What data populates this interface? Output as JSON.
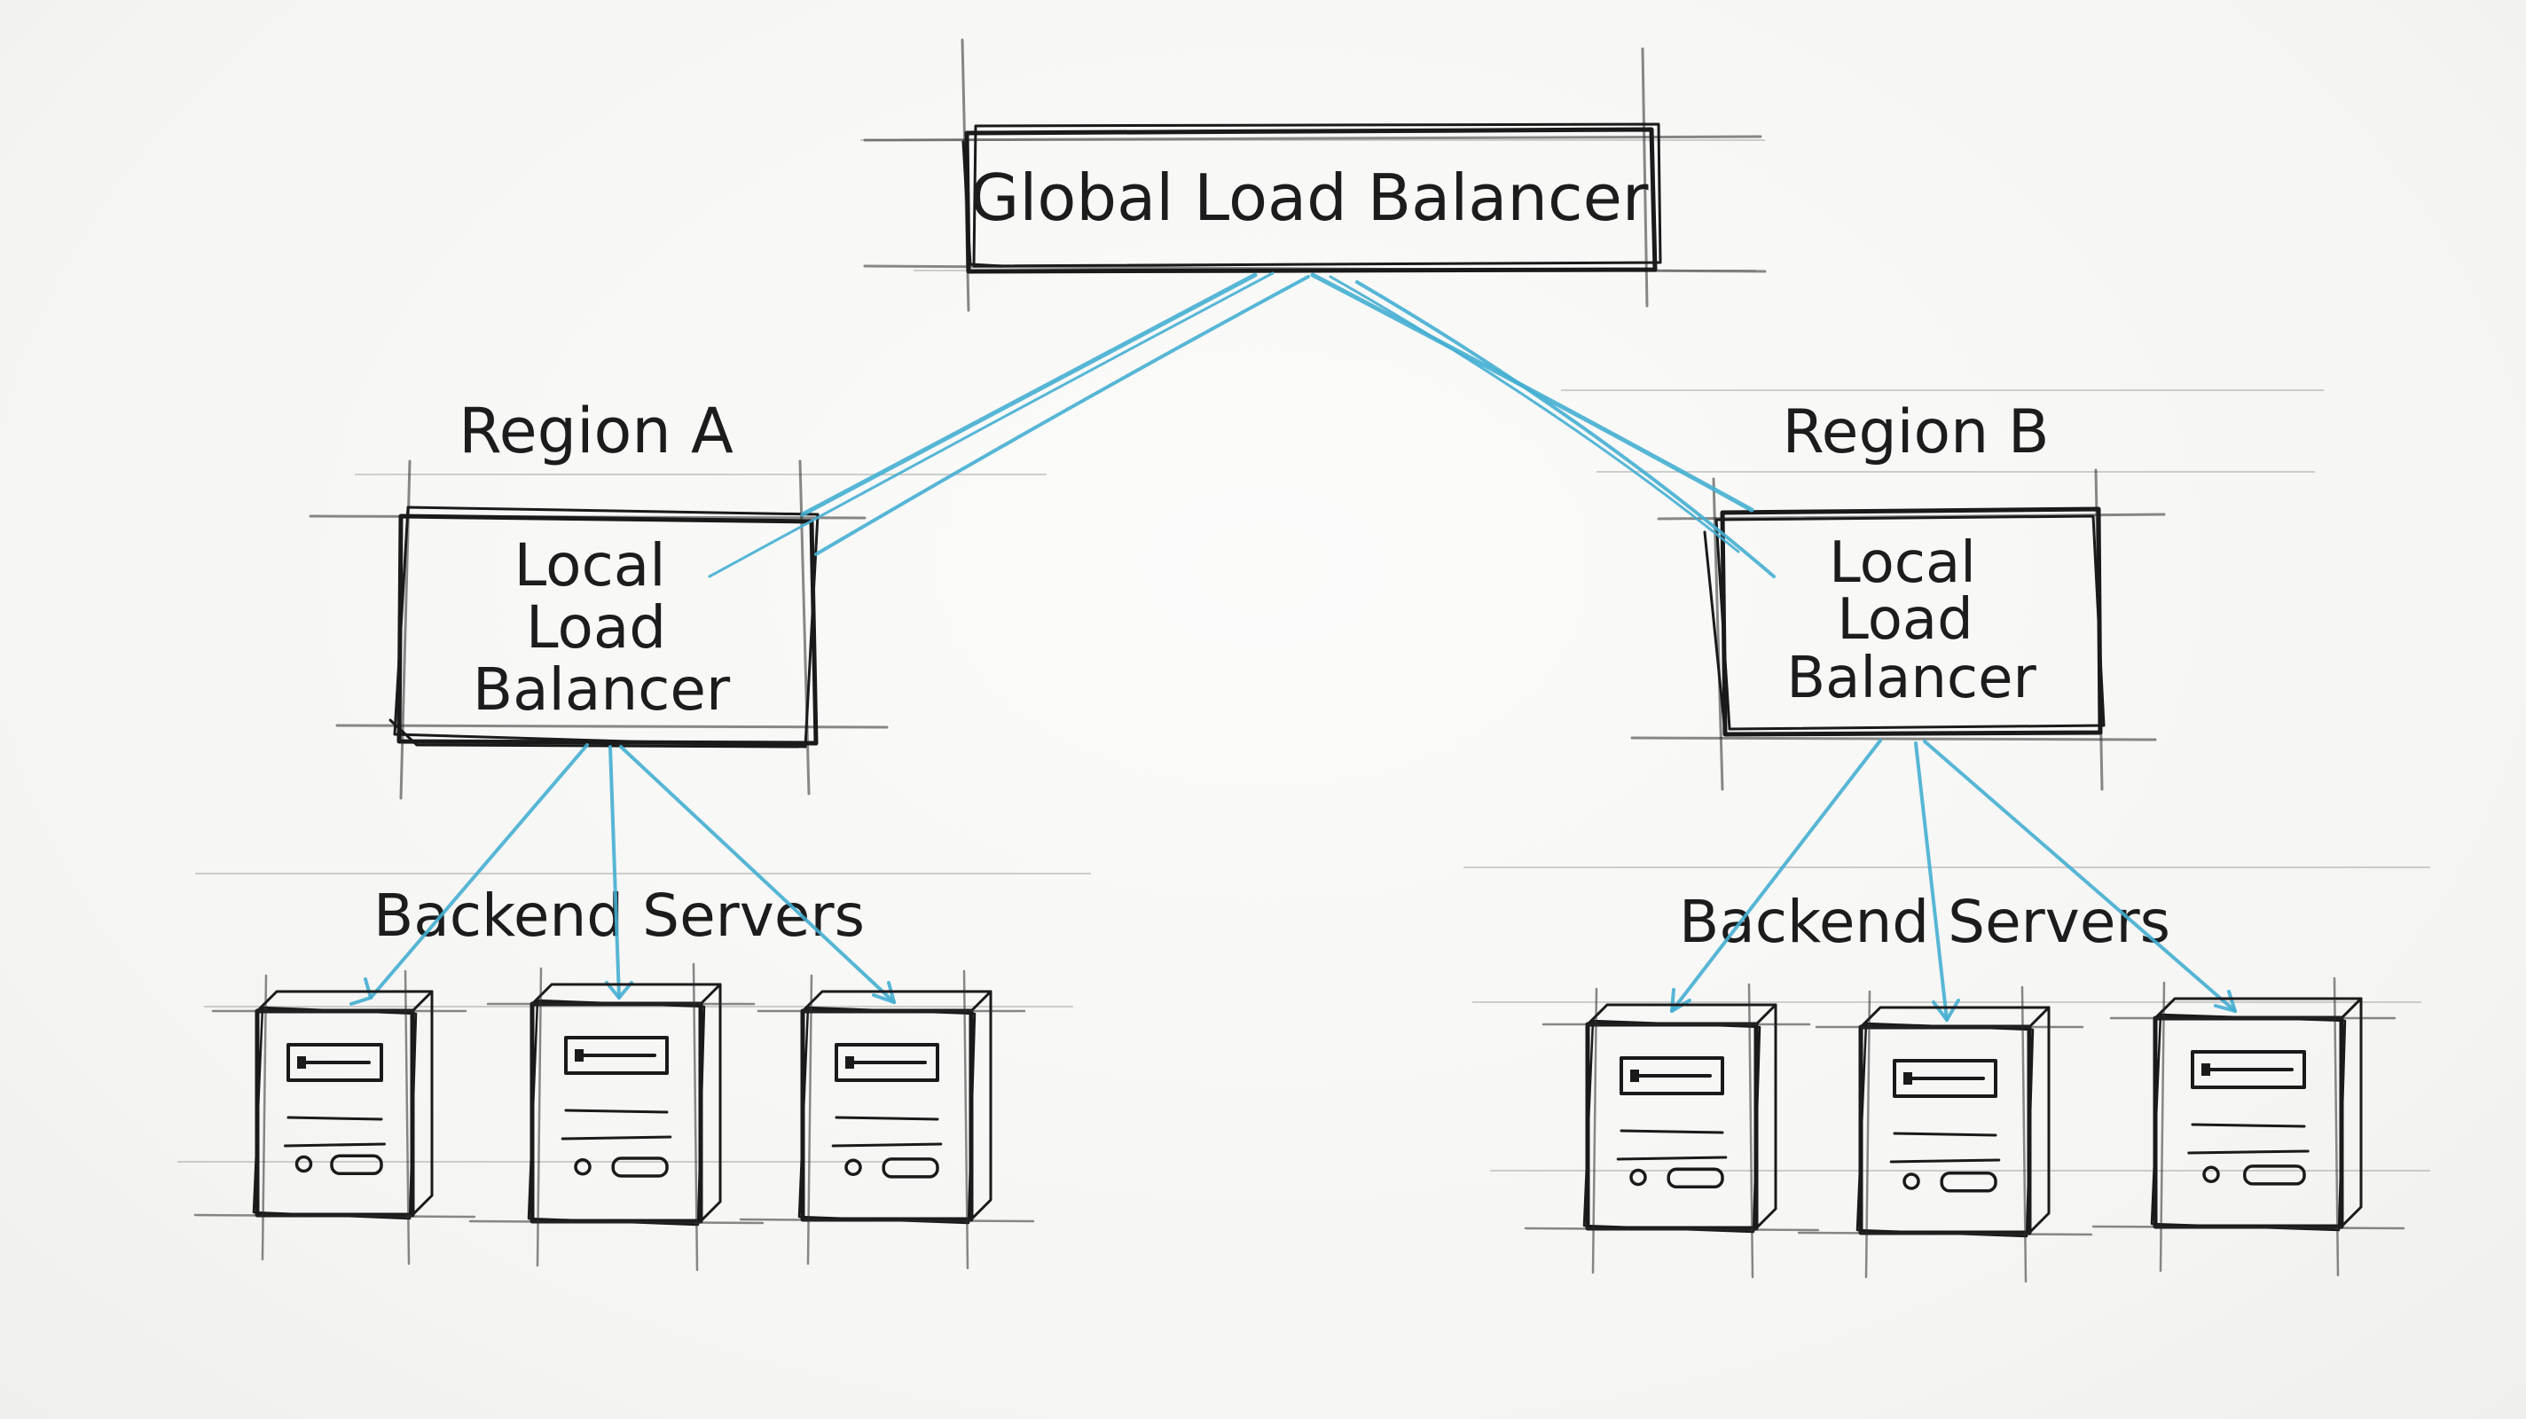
{
  "global_balancer": {
    "label": "Global Load Balancer"
  },
  "regions": [
    {
      "name": "Region A",
      "balancer_lines": [
        "Local",
        "Load",
        "Balancer"
      ],
      "servers_label": "Backend Servers",
      "server_count": 3
    },
    {
      "name": "Region B",
      "balancer_lines": [
        "Local",
        "Load",
        "Balancer"
      ],
      "servers_label": "Backend Servers",
      "server_count": 3
    }
  ],
  "colors": {
    "ink": "#1a1a1a",
    "connector": "#44aed2",
    "paper": "#f7f7f5"
  }
}
